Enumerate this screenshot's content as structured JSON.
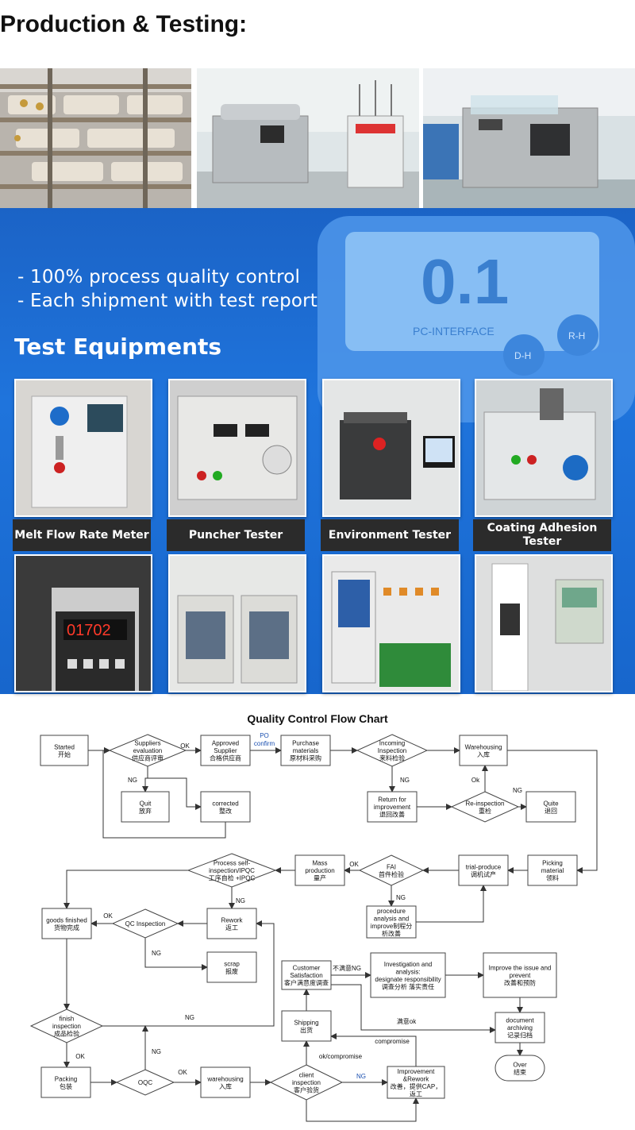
{
  "header": {
    "title": "Production & Testing:"
  },
  "banner": {
    "bullet1": "- 100% process quality control",
    "bullet2": "- Each shipment with test report",
    "section_title": "Test Equipments",
    "meter_reading": "0.1",
    "meter_interface": "PC-INTERFACE",
    "meter_btn_left": "D-H",
    "meter_btn_right": "R-H"
  },
  "equipment": [
    {
      "label": "Melt Flow Rate Meter"
    },
    {
      "label": "Puncher Tester"
    },
    {
      "label": "Environment Tester"
    },
    {
      "label": "Coating Adhesion Tester"
    }
  ],
  "display_reading": "01702",
  "flowchart": {
    "title": "Quality Control Flow Chart",
    "nodes": {
      "started": [
        "Started",
        "开始"
      ],
      "suppliers": [
        "Suppliers",
        "evaluation",
        "供应商评审"
      ],
      "approved": [
        "Approved",
        "Supplier",
        "合格供应商"
      ],
      "purchase": [
        "Purchase",
        "materials",
        "原材料采购"
      ],
      "incoming": [
        "Incoming",
        "Inspection",
        "来料检验"
      ],
      "warehousing1": [
        "Warehousing",
        "入库"
      ],
      "quit": [
        "Quit",
        "放弃"
      ],
      "corrected": [
        "corrected",
        "整改"
      ],
      "return": [
        "Return for",
        "improvement",
        "退回改善"
      ],
      "reinspection": [
        "Re-inspection",
        "重检"
      ],
      "quite": [
        "Quite",
        "退回"
      ],
      "picking": [
        "Picking",
        "material",
        "领料"
      ],
      "trial": [
        "trial-produce",
        "调机试产"
      ],
      "fai": [
        "FAI",
        "首件检验"
      ],
      "mass": [
        "Mass",
        "production",
        "量产"
      ],
      "ipqc": [
        "Process self-",
        "inspection/IPQC",
        "工序自检 +IPQC"
      ],
      "procedure": [
        "procedure",
        "analysis and",
        "improve制程分",
        "析改善"
      ],
      "rework": [
        "Rework",
        "返工"
      ],
      "goods": [
        "goods finished",
        "货物完成"
      ],
      "qc": [
        "QC Inspection"
      ],
      "scrap": [
        "scrap",
        "报废"
      ],
      "finish": [
        "finish",
        "inspection",
        "成品检验"
      ],
      "customer": [
        "Customer",
        "Satisfaction",
        "客户满意度调查"
      ],
      "investigation": [
        "Investigation and",
        "analysis:",
        "designate responsibility",
        "调查分析 落实责任"
      ],
      "improve_issue": [
        "Improve the issue and",
        "prevent",
        "改善和预防"
      ],
      "shipping": [
        "Shipping",
        "出货"
      ],
      "doc": [
        "document",
        "archiving",
        "记录归档"
      ],
      "packing": [
        "Packing",
        "包装"
      ],
      "oqc": [
        "OQC"
      ],
      "warehousing2": [
        "warehousing",
        "入库"
      ],
      "client": [
        "client",
        "inspection",
        "客户验货"
      ],
      "improvement_rework": [
        "Improvement",
        "&Rework",
        "改善，提供CAP，",
        "返工"
      ],
      "over": [
        "Over",
        "结束"
      ]
    },
    "edge_labels": {
      "ok1": "OK",
      "po": "PO",
      "confirm": "confirm",
      "ng1": "NG",
      "ng2": "NG",
      "ok2": "Ok",
      "ng3": "NG",
      "ok3": "OK",
      "ng4": "NG",
      "ng5": "NG",
      "ok4": "OK",
      "ng6": "NG",
      "ng7": "NG",
      "ok5": "OK",
      "ng8": "NG",
      "ok6": "OK",
      "unsat": "不满意NG",
      "sat": "满意ok",
      "compromise": "compromise",
      "okcomp": "ok/compromise",
      "ng9": "NG"
    }
  }
}
